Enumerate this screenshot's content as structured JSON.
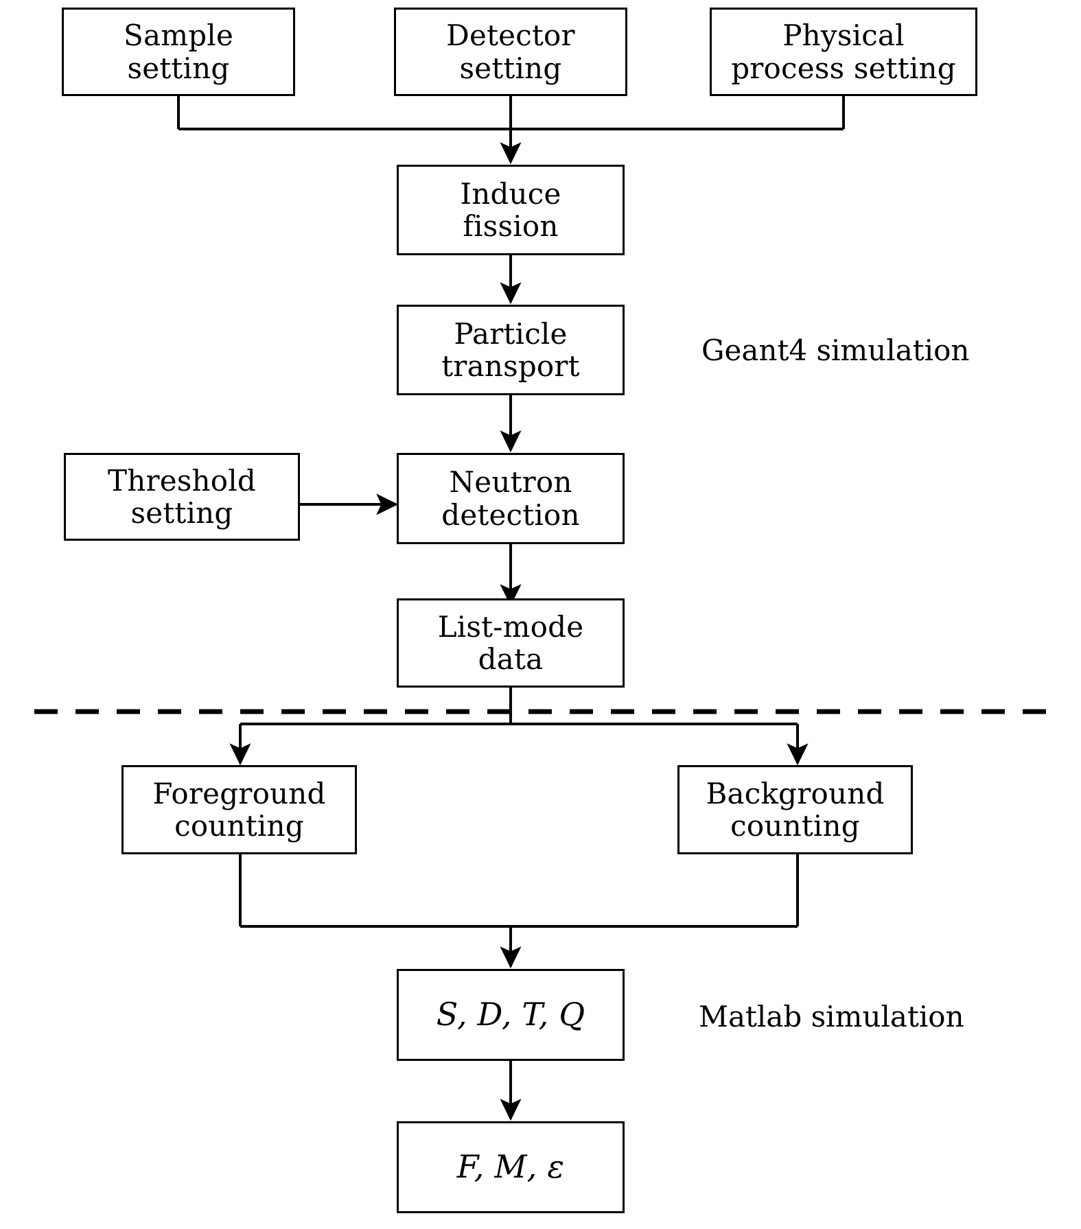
{
  "diagram": {
    "title": "Simulation workflow flowchart",
    "background_color": "#ffffff",
    "line_color": "#000000",
    "nodes": {
      "sample_setting": {
        "line1": "Sample",
        "line2": "setting"
      },
      "detector_setting": {
        "line1": "Detector",
        "line2": "setting"
      },
      "physical_process_setting": {
        "line1": "Physical",
        "line2": "process setting"
      },
      "induce_fission": {
        "line1": "Induce",
        "line2": "fission"
      },
      "particle_transport": {
        "line1": "Particle",
        "line2": "transport"
      },
      "threshold_setting": {
        "line1": "Threshold",
        "line2": "setting"
      },
      "neutron_detection": {
        "line1": "Neutron",
        "line2": "detection"
      },
      "list_mode_data": {
        "line1": "List-mode",
        "line2": "data"
      },
      "foreground_counting": {
        "line1": "Foreground",
        "line2": "counting"
      },
      "background_counting": {
        "line1": "Background",
        "line2": "counting"
      },
      "sdtq": {
        "line1": "S, D, T, Q",
        "line2": ""
      },
      "fme": {
        "line1": "F, M, ε",
        "line2": ""
      }
    },
    "section_labels": {
      "geant4": "Geant4 simulation",
      "matlab": "Matlab simulation"
    },
    "divider": {
      "style": "dashed",
      "name": "geant4-matlab-divider"
    }
  }
}
